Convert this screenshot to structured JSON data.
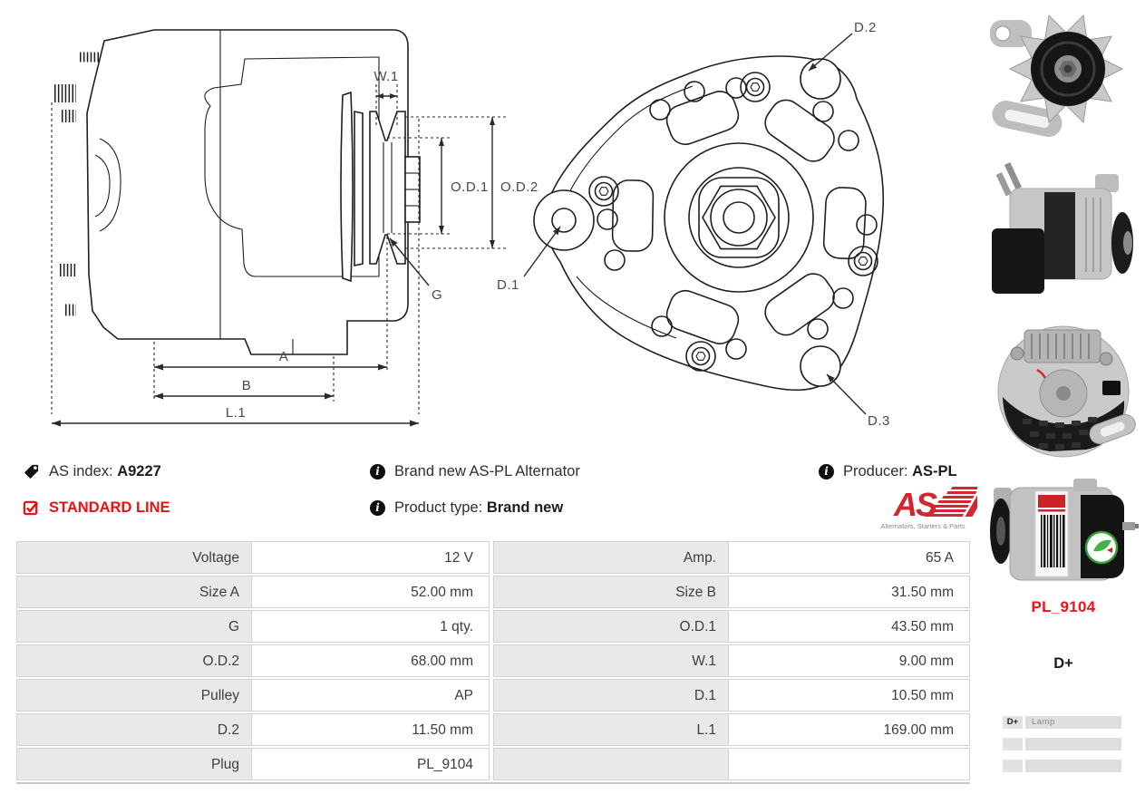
{
  "drawing": {
    "side_view": {
      "dim_w1": "W.1",
      "dim_od1": "O.D.1",
      "dim_od2": "O.D.2",
      "dim_g": "G",
      "dim_a": "A",
      "dim_b": "B",
      "dim_l1": "L.1"
    },
    "front_view": {
      "dim_d1": "D.1",
      "dim_d2": "D.2",
      "dim_d3": "D.3"
    }
  },
  "info": {
    "as_index_label": "AS index:",
    "as_index_value": "A9227",
    "line_badge": "STANDARD LINE",
    "brand_new_text": "Brand new AS-PL Alternator",
    "product_type_label": "Product type:",
    "product_type_value": "Brand new",
    "producer_label": "Producer:",
    "producer_value": "AS-PL",
    "logo_text": "AS",
    "logo_tagline": "Alternators, Starters & Parts"
  },
  "icons": {
    "as_index": "tag-icon",
    "line_badge": "checkbox-checked-icon",
    "info_rows": "info-icon"
  },
  "specs_table": {
    "rows": [
      {
        "label1": "Voltage",
        "value1": "12 V",
        "label2": "Amp.",
        "value2": "65 A"
      },
      {
        "label1": "Size A",
        "value1": "52.00 mm",
        "label2": "Size B",
        "value2": "31.50 mm"
      },
      {
        "label1": "G",
        "value1": "1 qty.",
        "label2": "O.D.1",
        "value2": "43.50 mm"
      },
      {
        "label1": "O.D.2",
        "value1": "68.00 mm",
        "label2": "W.1",
        "value2": "9.00 mm"
      },
      {
        "label1": "Pulley",
        "value1": "AP",
        "label2": "D.1",
        "value2": "10.50 mm"
      },
      {
        "label1": "D.2",
        "value1": "11.50 mm",
        "label2": "L.1",
        "value2": "169.00 mm"
      },
      {
        "label1": "Plug",
        "value1": "PL_9104",
        "label2": "",
        "value2": ""
      }
    ]
  },
  "sidebar": {
    "plug_code": "PL_9104",
    "terminal_label": "D+",
    "pin_table": {
      "rows": [
        {
          "pin": "D+",
          "desc": "Lamp"
        },
        {
          "pin": "",
          "desc": ""
        },
        {
          "pin": "",
          "desc": ""
        }
      ]
    }
  },
  "colors": {
    "accent_red": "#ee1111",
    "logo_red": "#d22630",
    "table_label_bg": "#e9e9e9",
    "table_border": "#d2d2d2",
    "text_dark": "#3d3d3d"
  }
}
